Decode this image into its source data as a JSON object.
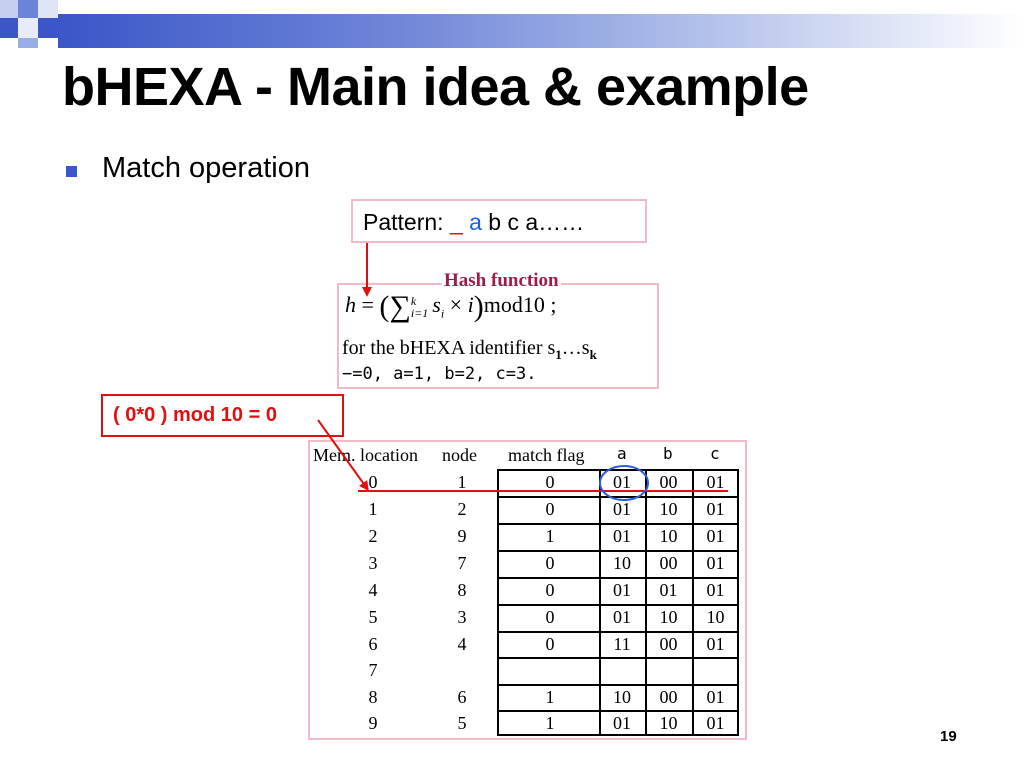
{
  "slide": {
    "title": "bHEXA - Main idea & example",
    "bullet": "Match operation",
    "page_number": "19",
    "accent_color": "#3a56c8",
    "highlight_color": "#e01010"
  },
  "pattern": {
    "label": "Pattern: ",
    "blank": "_",
    "a": "a",
    "rest": " b c a……"
  },
  "hash": {
    "title": "Hash function",
    "formula_h": "h",
    "formula_eq": "=",
    "formula_sigma": "∑",
    "formula_upper": "k",
    "formula_lower": "i=1",
    "formula_term": "s",
    "formula_sub": "i",
    "formula_times": "×",
    "formula_i": "i",
    "formula_mod": "mod10",
    "formula_semi": " ;",
    "line2_prefix": "for the bHEXA identifier s",
    "line2_sub1": "1",
    "line2_mid": "…s",
    "line2_subk": "k",
    "line3": "−=0, a=1, b=2, c=3."
  },
  "calc": {
    "text": "( 0*0 ) mod 10 = 0"
  },
  "table": {
    "headers": {
      "mem_location": "Mem. location",
      "node": "node",
      "match_flag": "match flag",
      "a": "a",
      "b": "b",
      "c": "c"
    },
    "rows": [
      {
        "loc": "0",
        "node": "1",
        "flag": "0",
        "a": "01",
        "b": "00",
        "c": "01"
      },
      {
        "loc": "1",
        "node": "2",
        "flag": "0",
        "a": "01",
        "b": "10",
        "c": "01"
      },
      {
        "loc": "2",
        "node": "9",
        "flag": "1",
        "a": "01",
        "b": "10",
        "c": "01"
      },
      {
        "loc": "3",
        "node": "7",
        "flag": "0",
        "a": "10",
        "b": "00",
        "c": "01"
      },
      {
        "loc": "4",
        "node": "8",
        "flag": "0",
        "a": "01",
        "b": "01",
        "c": "01"
      },
      {
        "loc": "5",
        "node": "3",
        "flag": "0",
        "a": "01",
        "b": "10",
        "c": "10"
      },
      {
        "loc": "6",
        "node": "4",
        "flag": "0",
        "a": "11",
        "b": "00",
        "c": "01"
      },
      {
        "loc": "7",
        "node": "",
        "flag": "",
        "a": "",
        "b": "",
        "c": ""
      },
      {
        "loc": "8",
        "node": "6",
        "flag": "1",
        "a": "10",
        "b": "00",
        "c": "01"
      },
      {
        "loc": "9",
        "node": "5",
        "flag": "1",
        "a": "01",
        "b": "10",
        "c": "01"
      }
    ]
  }
}
